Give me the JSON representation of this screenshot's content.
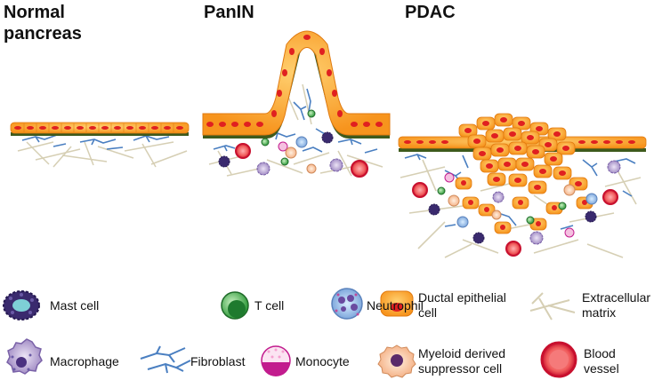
{
  "stages": {
    "normal": "Normal pancreas",
    "panin": "PanIN",
    "pdac": "PDAC"
  },
  "legend": {
    "mast_cell": "Mast cell",
    "t_cell": "T cell",
    "neutrophil": "Neutrophil",
    "ductal": "Ductal epithelial cell",
    "ecm": "Extracellular matrix",
    "macrophage": "Macrophage",
    "fibroblast": "Fibroblast",
    "monocyte": "Monocyte",
    "mdsc": "Myeloid derived suppressor cell",
    "blood_vessel": "Blood vessel"
  },
  "colors": {
    "ductal_body": "#f7941d",
    "ductal_nucleus": "#e02020",
    "basement": "#3e5a1c",
    "fibroblast": "#4a7fc1",
    "ecm": "#d6cfb4",
    "t_cell": "#2e9a3a",
    "blood_vessel": "#c8102e",
    "macrophage": "#a48fc6",
    "mast_cell": "#3a2a6e",
    "neutrophil": "#8fb8e6",
    "monocyte": "#c21c8e",
    "mdsc": "#f8c9a8"
  }
}
